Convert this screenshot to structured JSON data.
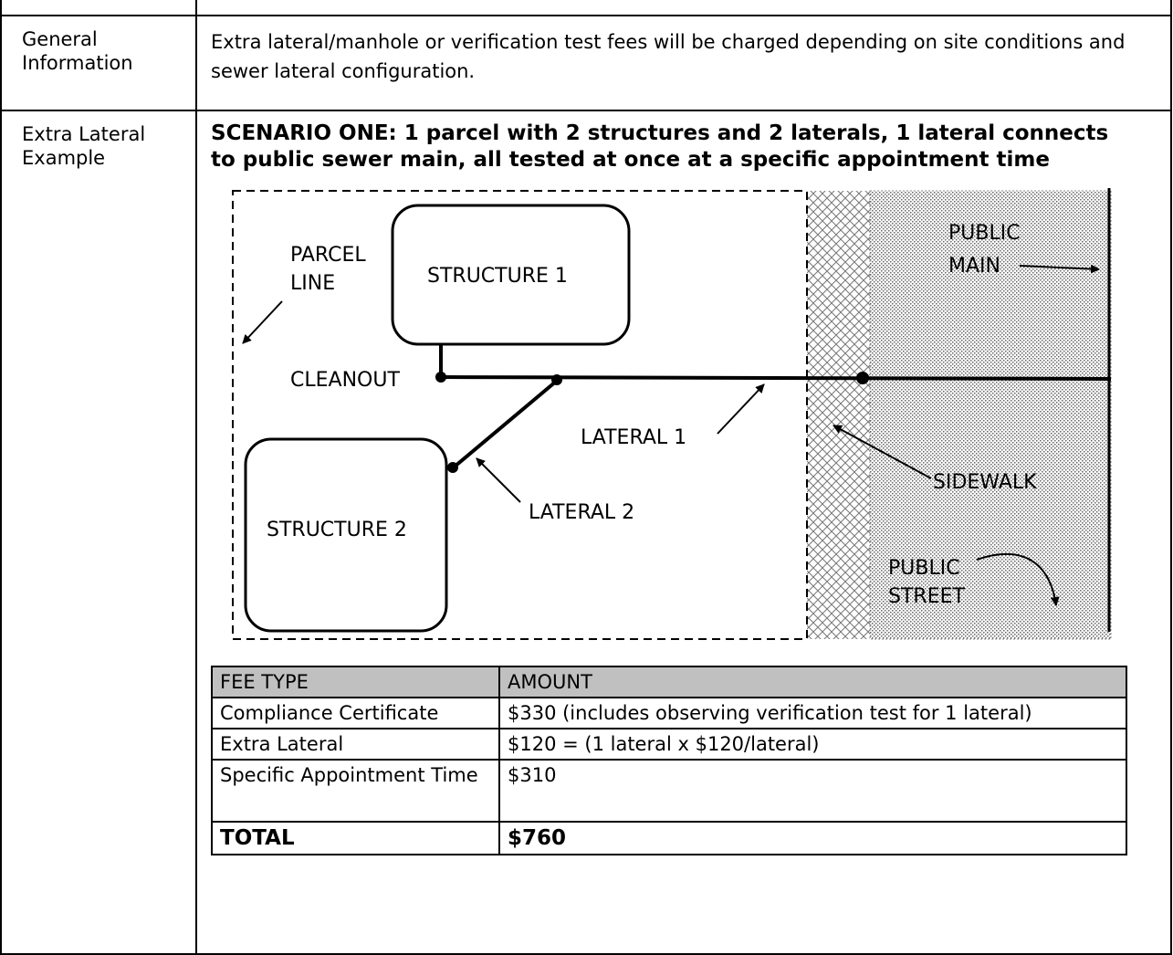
{
  "general": {
    "label": "General Information",
    "text": "Extra lateral/manhole or verification test fees will be charged depending on site conditions and sewer lateral configuration."
  },
  "example": {
    "label": "Extra Lateral Example",
    "scenario_lead": "SCENARIO ONE:",
    "scenario_text": " 1 parcel with 2 structures and 2 laterals, 1 lateral connects to public sewer main, all tested at once at a specific appointment time"
  },
  "diagram": {
    "parcel_line": [
      "PARCEL",
      "LINE"
    ],
    "structure_1": "STRUCTURE 1",
    "structure_2": "STRUCTURE 2",
    "cleanout": "CLEANOUT",
    "lateral_1": "LATERAL 1",
    "lateral_2": "LATERAL 2",
    "sidewalk": "SIDEWALK",
    "public_main": [
      "PUBLIC",
      "MAIN"
    ],
    "public_street": [
      "PUBLIC",
      "STREET"
    ]
  },
  "fee_table": {
    "headers": [
      "FEE TYPE",
      "AMOUNT"
    ],
    "rows": [
      [
        "Compliance Certificate",
        "$330 (includes observing verification test for 1 lateral)"
      ],
      [
        "Extra Lateral",
        "$120 = (1 lateral x $120/lateral)"
      ],
      [
        "Specific Appointment Time",
        "$310"
      ]
    ],
    "total": [
      "TOTAL",
      "$760"
    ]
  }
}
